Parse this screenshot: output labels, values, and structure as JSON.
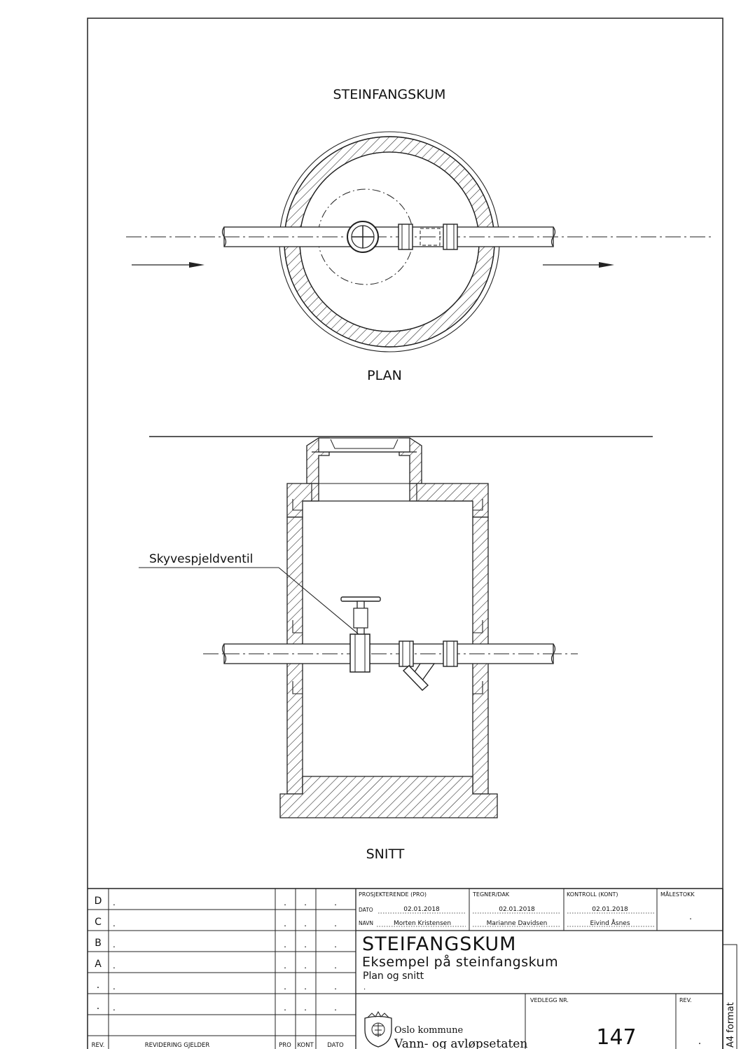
{
  "drawing": {
    "title_top": "STEINFANGSKUM",
    "plan_label": "PLAN",
    "section_label": "SNITT",
    "valve_callout": "Skyvespjeldventil"
  },
  "title_block": {
    "revisions": [
      {
        "rev": "D",
        "desc": ".",
        "pro": ".",
        "kont": ".",
        "dato": "."
      },
      {
        "rev": "C",
        "desc": ".",
        "pro": ".",
        "kont": ".",
        "dato": "."
      },
      {
        "rev": "B",
        "desc": ".",
        "pro": ".",
        "kont": ".",
        "dato": "."
      },
      {
        "rev": "A",
        "desc": ".",
        "pro": ".",
        "kont": ".",
        "dato": "."
      },
      {
        "rev": ".",
        "desc": ".",
        "pro": ".",
        "kont": ".",
        "dato": "."
      },
      {
        "rev": ".",
        "desc": ".",
        "pro": ".",
        "kont": ".",
        "dato": "."
      }
    ],
    "header": {
      "rev": "REV.",
      "desc": "REVIDERING GJELDER",
      "pro": "PRO",
      "kont": "KONT",
      "dato": "DATO"
    },
    "roles": {
      "pro_label": "PROSJEKTERENDE (PRO)",
      "tegner_label": "TEGNER/DAK",
      "kontroll_label": "KONTROLL (KONT)",
      "malestokk_label": "MÅLESTOKK",
      "dato_label": "DATO",
      "navn_label": "NAVN",
      "pro_date": "02.01.2018",
      "pro_name": "Morten Kristensen",
      "tegner_date": "02.01.2018",
      "tegner_name": "Marianne Davidsen",
      "kontroll_date": "02.01.2018",
      "kontroll_name": "Eivind Åsnes",
      "malestokk_value": "."
    },
    "title": "STEIFANGSKUM",
    "subtitle": "Eksempel på steinfangskum",
    "subtitle2": "Plan og snitt",
    "extra": ".",
    "org1": "Oslo kommune",
    "org2": "Vann- og avløpsetaten",
    "vedlegg_label": "VEDLEGG NR.",
    "vedlegg_value": "147",
    "rev_label": "REV.",
    "rev_value": ".",
    "format": "A4 format"
  }
}
